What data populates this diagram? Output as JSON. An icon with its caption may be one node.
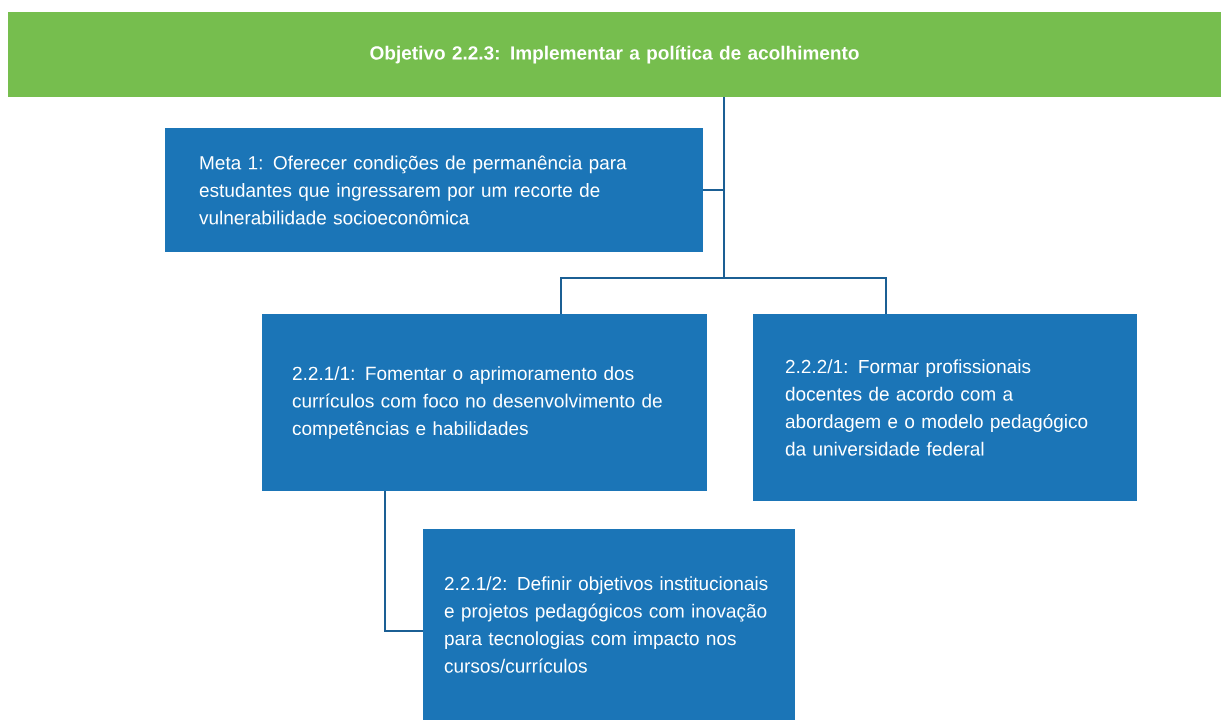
{
  "diagram": {
    "nodes": [
      {
        "text": [
          "Objetivo 2.2.3: Implementar a política de acolhimento"
        ]
      },
      {
        "text": [
          "Meta 1: Oferecer condições de permanência para estudantes que ingressarem por um recorte de vulnerabilidade socioeconômica"
        ]
      },
      {
        "text": [
          "2.2.1/1: Fomentar o aprimoramento dos currículos com foco no desenvolvimento de competências e habilidades"
        ]
      },
      {
        "text": [
          "2.2.2/1: Formar profissionais docentes de acordo com a abordagem e o modelo pedagógico da universidade federal"
        ]
      },
      {
        "text": [
          "2.2.1/2: Definir objetivos institucionais e projetos pedagógicos com  inovação para tecnologias com impacto nos cursos/currículos"
        ]
      }
    ],
    "edges": [
      {
        "from": 0,
        "to": 1,
        "arrow": "none"
      },
      {
        "from": 0,
        "to": 2,
        "arrow": "none"
      },
      {
        "from": 0,
        "to": 3,
        "arrow": "none"
      },
      {
        "from": 2,
        "to": 4,
        "arrow": "none"
      }
    ]
  }
}
